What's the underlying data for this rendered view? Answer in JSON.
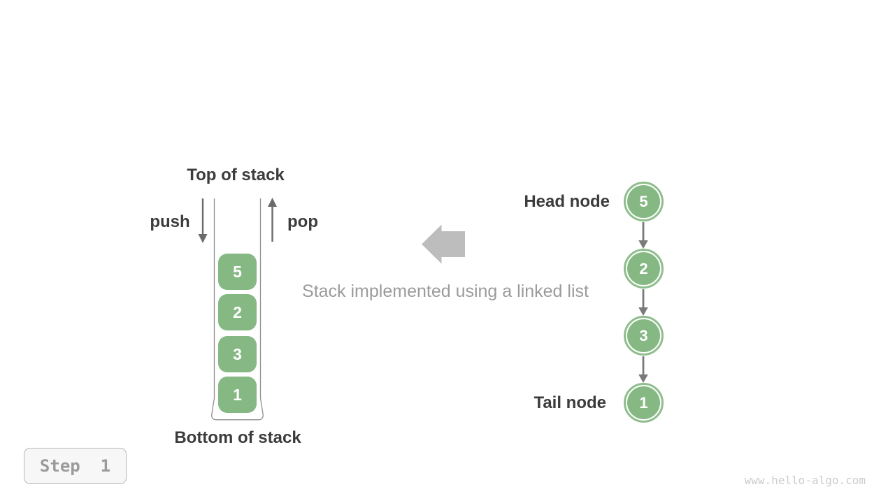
{
  "step_badge": {
    "label": "Step  1"
  },
  "caption": {
    "text": "Stack implemented using a linked list"
  },
  "watermark": {
    "text": "www.hello-algo.com"
  },
  "stack_diagram": {
    "top_label": "Top of stack",
    "bottom_label": "Bottom of stack",
    "push_label": "push",
    "pop_label": "pop",
    "items": [
      "5",
      "2",
      "3",
      "1"
    ]
  },
  "linked_list": {
    "head_label": "Head node",
    "tail_label": "Tail node",
    "nodes": [
      "5",
      "2",
      "3",
      "1"
    ]
  },
  "colors": {
    "green_fill": "#86b884",
    "green_ring": "#8fbe8d",
    "dark_text": "#3c3c3c",
    "gray_text": "#9b9b9b",
    "pushpop_arrow": "#6b6b6b",
    "link_arrow": "#7a7a7a",
    "block_arrow": "#bdbdbd",
    "container_stroke": "#909090",
    "badge_border": "#b8b8b8",
    "badge_bg": "#f7f7f7",
    "watermark_text": "#cccccc",
    "page_bg": "#ffffff"
  }
}
